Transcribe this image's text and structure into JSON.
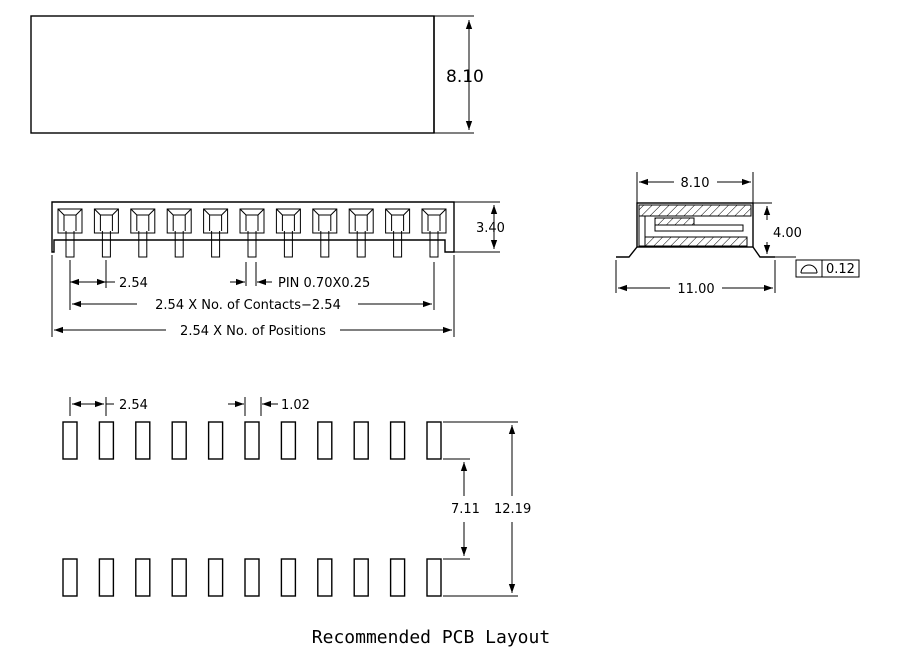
{
  "dimensions": {
    "top_height": "8.10",
    "side_height": "3.40",
    "pitch": "2.54",
    "pin_size": "PIN 0.70X0.25",
    "contacts_span": "2.54 X No. of Contacts−2.54",
    "positions_span": "2.54 X No. of Positions",
    "end_width": "8.10",
    "end_height": "4.00",
    "end_lead_span": "11.00",
    "coplanarity": "0.12",
    "pad_pitch": "2.54",
    "pad_width": "1.02",
    "pad_gap": "7.11",
    "pad_span": "12.19"
  },
  "symbols": {
    "coplanarity_symbol": "profile-of-surface-icon"
  },
  "caption": "Recommended PCB Layout",
  "layout": {
    "contacts": 11
  }
}
